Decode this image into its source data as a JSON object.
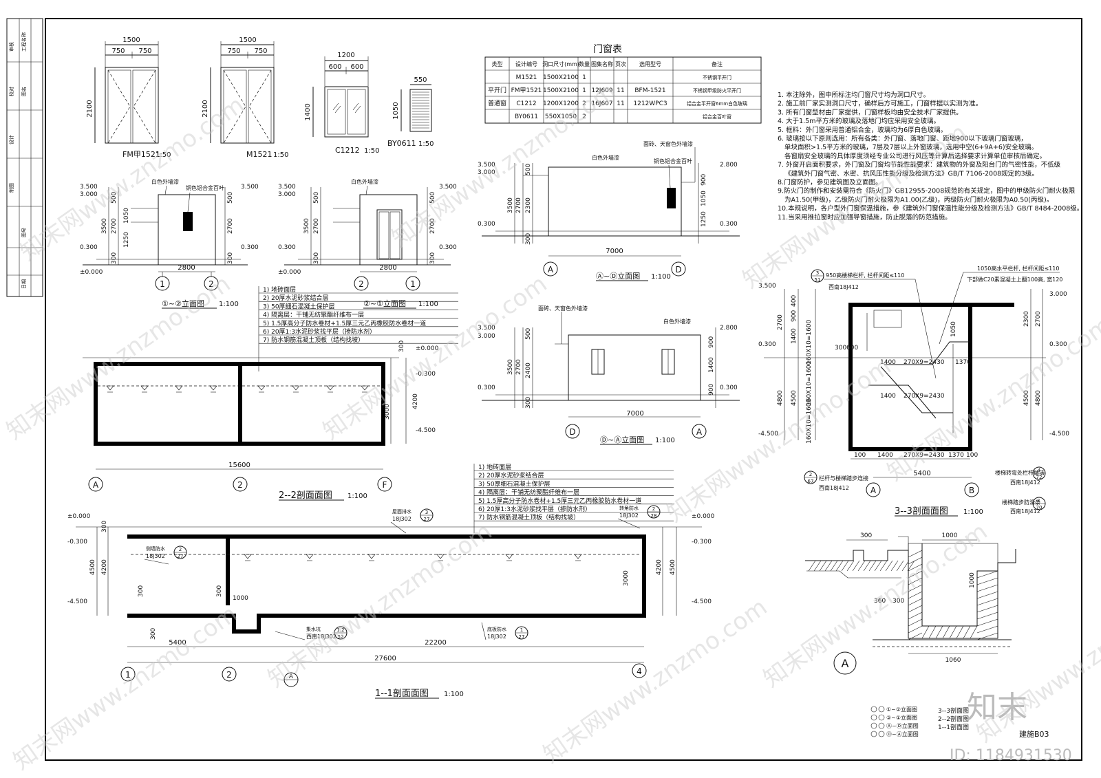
{
  "sheet": {
    "drawing_no": "建施B03",
    "stamp_id": "ID: 1184931530",
    "brand": "知末",
    "watermark": "知末网www.znzmo.com"
  },
  "doors": {
    "fm_jia": {
      "label": "FM甲1521",
      "scale": "1:50",
      "w": "1500",
      "half": "750",
      "h": "2100"
    },
    "m1521": {
      "label": "M1521",
      "scale": "1:50",
      "w": "1500",
      "half": "750",
      "h": "2100"
    },
    "c1212": {
      "label": "C1212",
      "scale": "1:50",
      "w": "1200",
      "half": "600",
      "h": "1400"
    },
    "by0611": {
      "label": "BY0611",
      "scale": "1:50",
      "w": "550",
      "h": "1050"
    }
  },
  "schedule": {
    "title": "门窗表",
    "headers": [
      "类型",
      "设计编号",
      "洞口尺寸(mm)",
      "数量",
      "图集名称",
      "页次",
      "选用型号",
      "备注"
    ],
    "rows": [
      [
        "",
        "M1521",
        "1500X2100",
        "1",
        "",
        "",
        "",
        "不锈钢平开门"
      ],
      [
        "平开门",
        "FM甲1521",
        "1500X2100",
        "1",
        "12J609",
        "11",
        "BFM-1521",
        "不锈钢甲级防火平开门"
      ],
      [
        "普通窗",
        "C1212",
        "1200X1200",
        "2",
        "16J607",
        "11",
        "1212WPC3",
        "铝合金平开窗6mm白色玻璃"
      ],
      [
        "",
        "BY0611",
        "550X1050",
        "2",
        "",
        "",
        "",
        "铝合金百叶窗"
      ]
    ]
  },
  "notes": [
    "1. 本注除外，图中所标注均门窗尺寸均为洞口尺寸。",
    "2. 施工前厂家实测洞口尺寸，确样后方可施工，门窗样据以实测为准。",
    "3. 所有门窗型材由厂家提供，门窗样板均由安全技术厂家提供。",
    "4. 大于1.5m平方米的玻璃及落地门均应采用安全玻璃。",
    "5. 框料：外门窗采用普通铝合金，玻璃均为6厚白色玻璃。",
    "6. 玻璃按以下原则选用：所有各类：外门窗、落地门窗、距地900以下玻璃门窗玻璃，",
    "单块面积>1.5平方米的玻璃，7层及7层以上外窗玻璃，选用中空(6+9A+6)安全玻璃。",
    "各窗扇安全玻璃的具体厚度须经专业公司进行风压等计算后选择要求计算单位审核后确定。",
    "7. 外窗开启面积要求，外门窗及门窗均节能性能要求：建筑物的外窗及阳台门的气密性能，不低级",
    "《建筑外门窗气密、水密、抗风压性能分级及检测方法》GB/T 7106-2008规定的3级。",
    "8.门窗防护，参见建筑图及立面图。",
    "9.防火门的制作和安装需符合《防火门》GB12955-2008规范的有关规定，图中的甲级防火门耐火极限",
    "为A1.50(甲级)，乙级防火门耐火极限为A1.00(乙级)，丙级防火门耐火极限为A0.50(丙级)。",
    "10.本规说明，各户型外门窗保温措施，参《建筑外门窗保温性能分级及检测方法》GB/T 8484-2008级。",
    "11.当采用推拉窗时应加强导窗措施，防止脱落的防范措施。"
  ],
  "elevations": {
    "e12": {
      "caption": "①~②立面图",
      "scale": "1:100",
      "note_wall": "白色外墙漆",
      "note_louver": "铜色铝合金百叶",
      "elev_top": "3.500",
      "elev_parapet": "3.000",
      "elev_grade": "0.300",
      "elev_zero": "±0.000",
      "dims_left": [
        "500",
        "2700",
        "3500",
        "1050",
        "1250",
        "300"
      ],
      "dims_right": [
        "500",
        "2700",
        "300"
      ],
      "width": "2800",
      "axis_a": "1",
      "axis_b": "2"
    },
    "e21": {
      "caption": "②~①立面图",
      "scale": "1:100",
      "note_wall": "白色外墙漆",
      "elev_top": "3.500",
      "elev_parapet": "3.000",
      "elev_grade": "0.300",
      "elev_zero": "±0.000",
      "dims_left": [
        "500",
        "2700",
        "3500",
        "300"
      ],
      "dims_right": [
        "500",
        "2700",
        "300"
      ],
      "width": "2800",
      "axis_a": "2",
      "axis_b": "1"
    },
    "ead": {
      "caption": "Ⓐ~Ⓓ立面图",
      "scale": "1:100",
      "note_wall": "白色外墙漆",
      "note_roof": "面砖、天窗色外墙漆",
      "note_louver": "铜色铝合金百叶",
      "elev_top": "3.500",
      "elev_parapet": "3.000",
      "elev_grade": "0.300",
      "elev_right": "2.800",
      "dims_left": [
        "500",
        "3500",
        "2700",
        "2300",
        "300"
      ],
      "dims_right": [
        "900",
        "1050",
        "1250"
      ],
      "width": "7000",
      "axis_a": "A",
      "axis_b": "D"
    },
    "eda": {
      "caption": "Ⓓ~Ⓐ立面图",
      "scale": "1:100",
      "note_wall": "白色外墙漆",
      "note_roof": "面砖、天窗色外墙漆",
      "elev_top": "3.500",
      "elev_parapet": "3.000",
      "elev_grade": "0.300",
      "elev_right": "2.800",
      "dims_left": [
        "500",
        "3500",
        "2700",
        "2400",
        "300"
      ],
      "dims_right": [
        "900",
        "1400",
        "900"
      ],
      "width": "7000",
      "axis_a": "D",
      "axis_b": "A"
    }
  },
  "layers": [
    "1) 地砖面层",
    "2) 20厚水泥砂浆结合层",
    "3) 50厚细石混凝土保护层",
    "4) 隔离层：干铺无纺聚酯纤维布一层",
    "5) 1.5厚高分子防水卷材+1.5厚三元乙丙橡胶防水卷材一道",
    "6) 20厚1:3水泥砂浆找平层（掺防水剂）",
    "7) 防水钢筋混凝土顶板（结构找坡）"
  ],
  "section22": {
    "caption": "2--2剖面面图",
    "scale": "1:100",
    "length": "15600",
    "depth": "4200",
    "water": "3000",
    "top": "300",
    "elev_zero": "±0.000",
    "elev_a": "-0.300",
    "elev_b": "-4.500",
    "axes": [
      "A",
      "2",
      "F"
    ]
  },
  "section11": {
    "caption": "1--1剖面面图",
    "scale": "1:100",
    "elev_zero": "±0.000",
    "elev_a": "-0.300",
    "elev_b": "-4.500",
    "dims_left": [
      "300",
      "4500",
      "4200"
    ],
    "dims_mid": [
      "300",
      "300",
      "1000",
      "300"
    ],
    "span_a": "5400",
    "span_b": "22200",
    "total": "27600",
    "water": "3000",
    "axes": [
      "1",
      "2",
      "4"
    ],
    "detail_ref": "A",
    "refs": [
      {
        "text": "屋面排水",
        "code": "18J302",
        "num": "3",
        "page": "27"
      },
      {
        "text": "转角防水",
        "code": "18J302",
        "num": "2",
        "page": "28"
      },
      {
        "text": "侧墙防水",
        "code": "18J302",
        "num": "2",
        "page": "27"
      },
      {
        "text": "集水坑",
        "code": "西南18J302",
        "num": "1.2",
        "page": "52"
      },
      {
        "text": "底板防水",
        "code": "18J302",
        "num": "1",
        "page": "27"
      }
    ]
  },
  "section33": {
    "caption": "3--3剖面面图",
    "scale": "1:100",
    "elev_top": "3.500",
    "elev_3": "3.000",
    "elev_grade": "0.300",
    "elev_bot": "-4.500",
    "dims_left": [
      "2700",
      "900",
      "400",
      "1400",
      "4800",
      "4500"
    ],
    "dims_right": [
      "2300",
      "2700",
      "4500",
      "4800"
    ],
    "stair1": "270X9=2430",
    "stair2": "270X9=2430",
    "stair3": "270X9=2430",
    "w1400": "1400",
    "w1370": "1370",
    "w100": "100",
    "span": "5400",
    "w300": "300",
    "w600": "600",
    "w1050": "1050",
    "vertical": [
      "160X10=1600",
      "160X10=1600",
      "160X10=1600"
    ],
    "note_rail": "950高楼梯栏杆, 栏杆间距≤110",
    "note_rail_ref": "西南18J412",
    "note_rail_num": "3",
    "note_rail_page": "51",
    "note_top": "1050高水平栏杆, 栏杆间距≤110",
    "note_top2": "下部做C20素混凝土上翻100高, 宽120",
    "note_conn": "栏杆与楼梯踏步连接",
    "note_conn_ref": "西南18J412",
    "note_conn_num": "2",
    "note_conn_page": "67",
    "note_turn": "楼梯转弯处栏杆做法",
    "note_turn_ref": "西南18J412",
    "note_turn_num": "4",
    "note_turn_page": "72",
    "note_slip": "楼梯踏步防滑条",
    "note_slip_ref": "西南18J412",
    "note_slip_num": "1",
    "note_slip_page": "70",
    "axes": [
      "A",
      "B"
    ]
  },
  "detailA": {
    "label": "A",
    "w300": "300",
    "w1000": "1000",
    "h1000": "1000",
    "w360": "360",
    "w300b": "300",
    "w1060": "1060"
  },
  "index": {
    "left": [
      "①~②立面图",
      "②~①立面图",
      "Ⓐ~Ⓓ立面图",
      "Ⓓ~Ⓐ立面图"
    ],
    "right": [
      "3--3剖面图",
      "2--2剖面图",
      "1--1剖面图"
    ]
  },
  "titleblock": {
    "cells": [
      "审核",
      "校对",
      "设计",
      "制图",
      "工程名称",
      "图名",
      "图号",
      "日期"
    ]
  }
}
